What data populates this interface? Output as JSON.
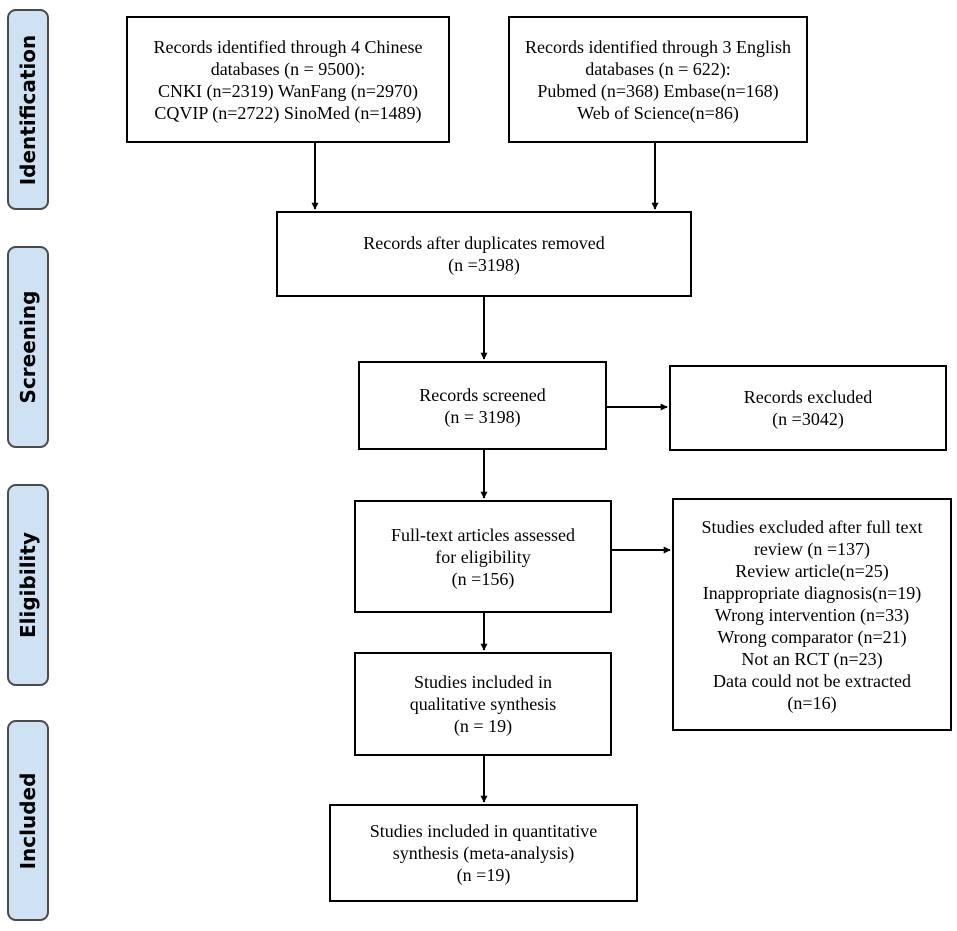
{
  "phases": [
    "Identification",
    "Screening",
    "Eligibility",
    "Included"
  ],
  "boxes": {
    "chinese_records": [
      "Records identified through 4 Chinese",
      "databases (n = 9500):",
      "CNKI (n=2319) WanFang (n=2970)",
      "CQVIP (n=2722) SinoMed (n=1489)"
    ],
    "english_records": [
      "Records identified through 3 English",
      "databases (n = 622):",
      "Pubmed (n=368) Embase(n=168)",
      "Web of Science(n=86)"
    ],
    "after_duplicates": [
      "Records after duplicates removed",
      "(n =3198)"
    ],
    "screened": [
      "Records screened",
      "(n = 3198)"
    ],
    "excluded": [
      "Records excluded",
      "(n =3042)"
    ],
    "fulltext": [
      "Full-text articles assessed",
      "for eligibility",
      "(n =156)"
    ],
    "fulltext_excluded": [
      "Studies excluded after full text",
      "review (n =137)",
      "Review article(n=25)",
      "Inappropriate diagnosis(n=19)",
      "Wrong intervention (n=33)",
      "Wrong comparator (n=21)",
      "Not an RCT (n=23)",
      "Data could not be extracted",
      "(n=16)"
    ],
    "qualitative": [
      "Studies included in",
      "qualitative synthesis",
      "(n = 19)"
    ],
    "quantitative": [
      "Studies included in quantitative",
      "synthesis (meta-analysis)",
      "(n =19)"
    ]
  }
}
